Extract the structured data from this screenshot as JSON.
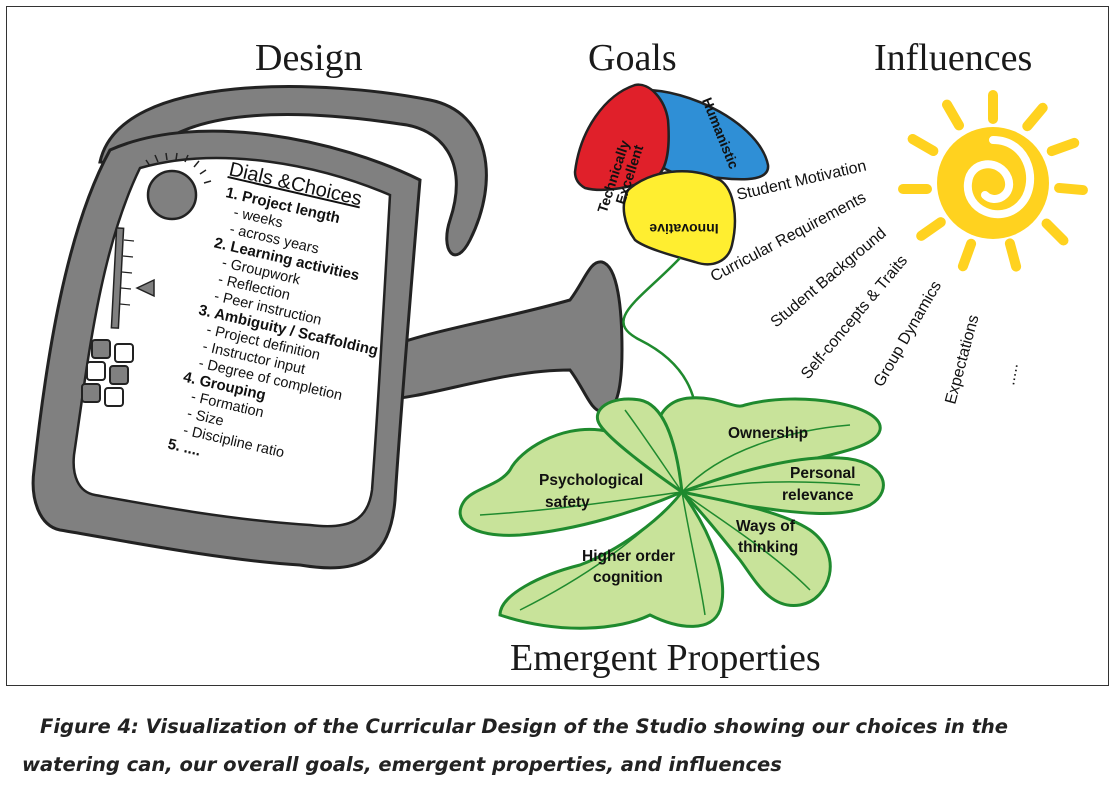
{
  "headings": {
    "design": "Design",
    "goals": "Goals",
    "influences": "Influences",
    "emergent": "Emergent Properties"
  },
  "watering_can": {
    "title": "Dials &Choices",
    "items": [
      {
        "text": "1. Project length",
        "bold": true
      },
      {
        "text": "- weeks",
        "bold": false
      },
      {
        "text": "- across years",
        "bold": false
      },
      {
        "text": "2. Learning activities",
        "bold": true
      },
      {
        "text": "- Groupwork",
        "bold": false
      },
      {
        "text": "- Reflection",
        "bold": false
      },
      {
        "text": "- Peer instruction",
        "bold": false
      },
      {
        "text": "3. Ambiguity / Scaffolding",
        "bold": true
      },
      {
        "text": "- Project definition",
        "bold": false
      },
      {
        "text": "- Instructor input",
        "bold": false
      },
      {
        "text": "- Degree of completion",
        "bold": false
      },
      {
        "text": "4. Grouping",
        "bold": true
      },
      {
        "text": "- Formation",
        "bold": false
      },
      {
        "text": "- Size",
        "bold": false
      },
      {
        "text": "- Discipline ratio",
        "bold": false
      },
      {
        "text": "5. ....",
        "bold": true
      }
    ]
  },
  "goals": {
    "technically_excellent_1": "Technically",
    "technically_excellent_2": "Excellent",
    "humanistic": "Humanistic",
    "innovative": "Innovative",
    "colors": {
      "red": "#e0202a",
      "blue": "#2f8fd6",
      "yellow": "#ffee30"
    }
  },
  "influences": [
    "Student Motivation",
    "Curricular Requirements",
    "Student Background",
    "Self-concepts & Traits",
    "Group Dynamics",
    "Expectations",
    "....."
  ],
  "emergent_properties": {
    "ownership": "Ownership",
    "personal_1": "Personal",
    "personal_2": "relevance",
    "ways_1": "Ways of",
    "ways_2": "thinking",
    "higher_1": "Higher order",
    "higher_2": "cognition",
    "psych_1": "Psychological",
    "psych_2": "safety",
    "leaf_color": "#c8e39a",
    "stem_color": "#1f8a2e"
  },
  "caption": {
    "line1": "Figure 4: Visualization of the Curricular Design of the Studio showing our choices in the",
    "line2": "watering can, our overall goals, emergent properties, and influences"
  }
}
